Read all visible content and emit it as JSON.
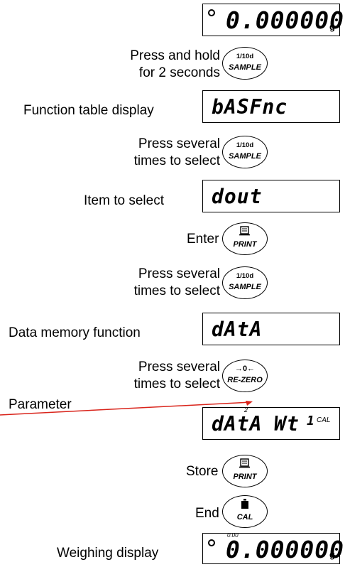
{
  "displays": {
    "start": {
      "value": "0.000000",
      "unit": "g"
    },
    "function_table": {
      "value": "bASFnc"
    },
    "item": {
      "value": "dout"
    },
    "data_memory": {
      "value": "dAtA"
    },
    "parameter": {
      "value": "dAtA",
      "extra": "Wt",
      "digit": "1",
      "sub": "2",
      "cal": "CAL"
    },
    "end": {
      "value": "0.000000",
      "unit": "g",
      "sub": "0.00"
    }
  },
  "buttons": {
    "sample": {
      "top": "1/10d",
      "bottom": "SAMPLE"
    },
    "print": {
      "icon": "printer-icon",
      "bottom": "PRINT"
    },
    "rezero": {
      "top": "→0←",
      "bottom": "RE-ZERO"
    },
    "cal": {
      "icon": "weight-icon",
      "bottom": "CAL"
    }
  },
  "labels": {
    "step1_line1": "Press and hold",
    "step1_line2": "for 2 seconds",
    "function_table": "Function table display",
    "select1_line1": "Press several",
    "select1_line2": "times to select",
    "item": "Item to select",
    "enter": "Enter",
    "select2_line1": "Press several",
    "select2_line2": "times to select",
    "data_memory": "Data memory function",
    "select3_line1": "Press several",
    "select3_line2": "times to select",
    "parameter": "Parameter",
    "store": "Store",
    "end": "End",
    "weighing": "Weighing display"
  },
  "colors": {
    "arrow": "#d9241b"
  }
}
